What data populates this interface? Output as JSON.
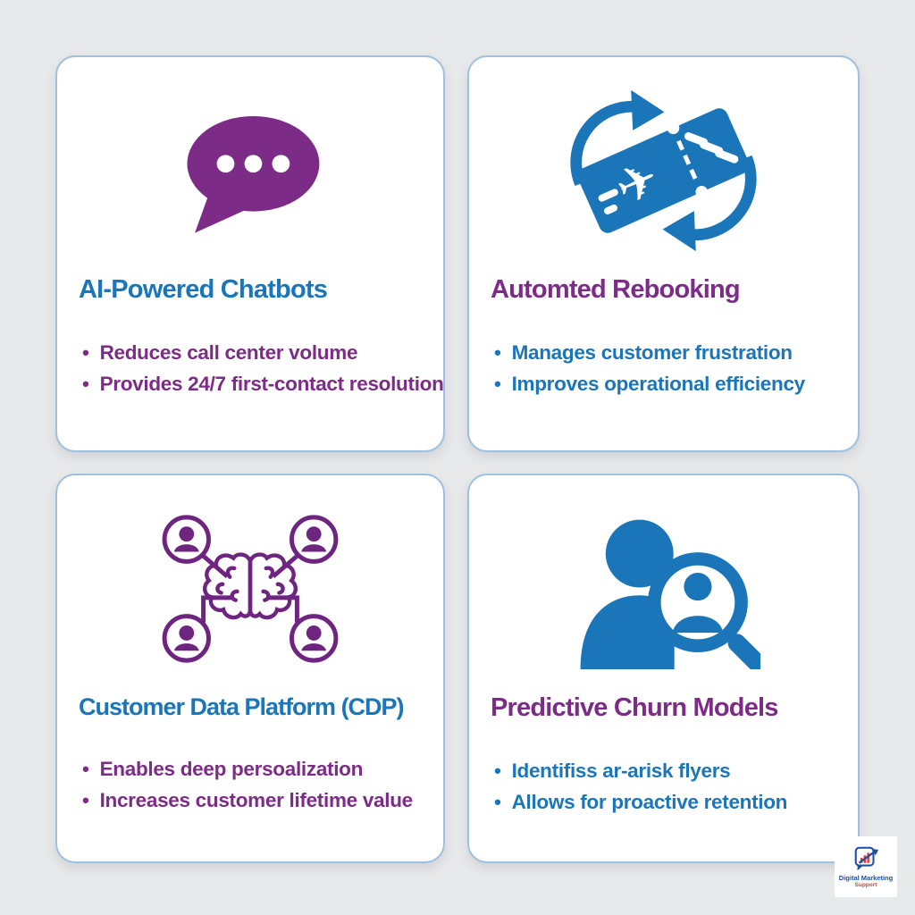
{
  "page": {
    "background_color": "#e8e9ea",
    "card_background": "#ffffff",
    "card_border_color": "#9fc0de"
  },
  "colors": {
    "blue": "#1b76b9",
    "purple": "#7c2b86",
    "logo_navy": "#1d4fa1",
    "logo_red": "#e0392e"
  },
  "cards": [
    {
      "icon": "chat-bubble-icon",
      "icon_color": "#7c2b86",
      "title": "AI-Powered Chatbots",
      "title_color": "#1b76b9",
      "bullets": [
        "Reduces call center volume",
        "Provides 24/7 first-contact resolution"
      ],
      "bullet_color": "#7c2b86"
    },
    {
      "icon": "rebooking-ticket-icon",
      "icon_color": "#1b76b9",
      "title": "Automted Rebooking",
      "title_color": "#7c2b86",
      "bullets": [
        "Manages customer frustration",
        "Improves operational efficiency"
      ],
      "bullet_color": "#1b76b9"
    },
    {
      "icon": "cdp-network-brain-icon",
      "icon_color": "#7c2b86",
      "title": "Customer Data Platform (CDP)",
      "title_color": "#1b76b9",
      "bullets": [
        "Enables deep persoalization",
        "Increases customer lifetime value"
      ],
      "bullet_color": "#7c2b86"
    },
    {
      "icon": "churn-person-search-icon",
      "icon_color": "#1b76b9",
      "title": "Predictive Churn Models",
      "title_color": "#7c2b86",
      "bullets": [
        "Identifiss ar-arisk flyers",
        "Allows for proactive retention"
      ],
      "bullet_color": "#1b76b9"
    }
  ],
  "logo": {
    "line1": "Digital Marketing",
    "line2": "Support"
  }
}
